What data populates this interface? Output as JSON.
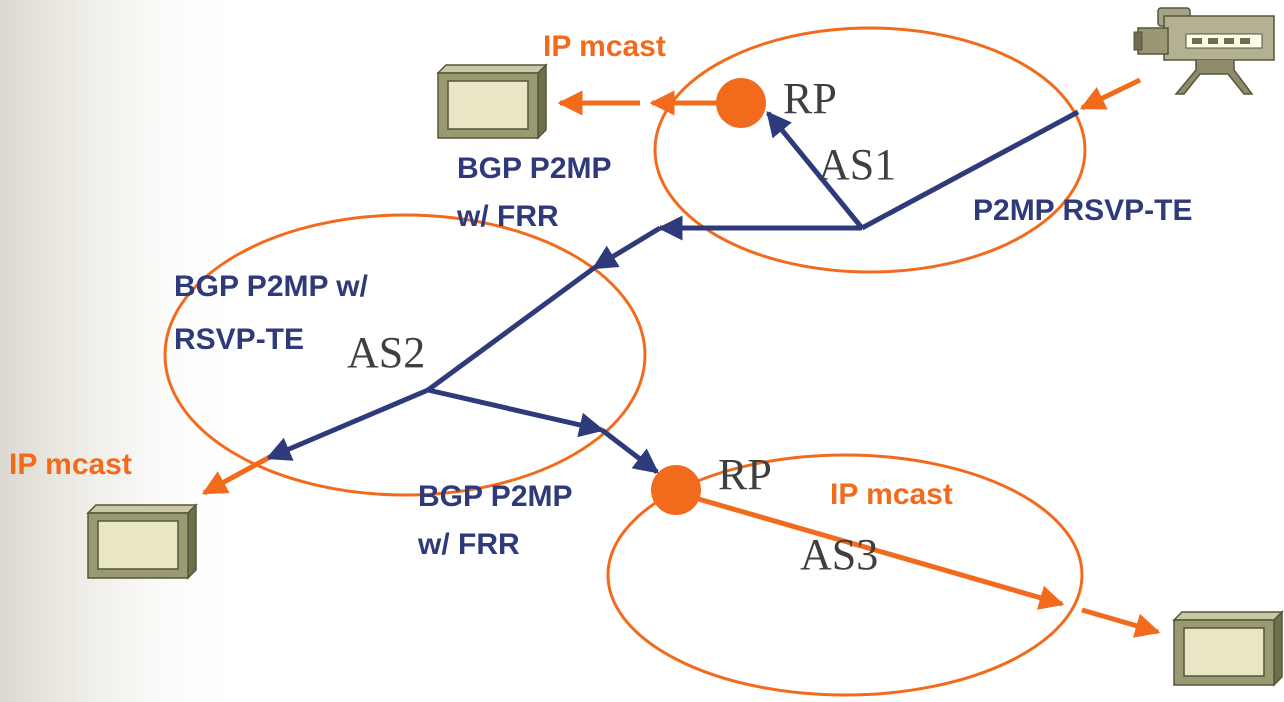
{
  "colors": {
    "orange": "#f26b1d",
    "navy": "#2f3a7a",
    "screen": "#e9e6c5",
    "monitor": "#9a9a72",
    "text_dark": "#3f3f3f"
  },
  "icons": {
    "source": "video-camera-icon",
    "receiver": "monitor-icon"
  },
  "labels": {
    "ip_mcast_top": "IP mcast",
    "ip_mcast_left": "IP mcast",
    "ip_mcast_as3": "IP mcast",
    "rp_as1": "RP",
    "rp_as3": "RP",
    "as1": "AS1",
    "as2": "AS2",
    "as3": "AS3",
    "p2mp_rsvp_te": "P2MP RSVP-TE",
    "bgp_frr_top_1": "BGP P2MP",
    "bgp_frr_top_2": "w/ FRR",
    "bgp_rsvp_1": "BGP P2MP w/",
    "bgp_rsvp_2": "RSVP-TE",
    "bgp_frr_bottom_1": "BGP P2MP",
    "bgp_frr_bottom_2": "w/ FRR"
  }
}
